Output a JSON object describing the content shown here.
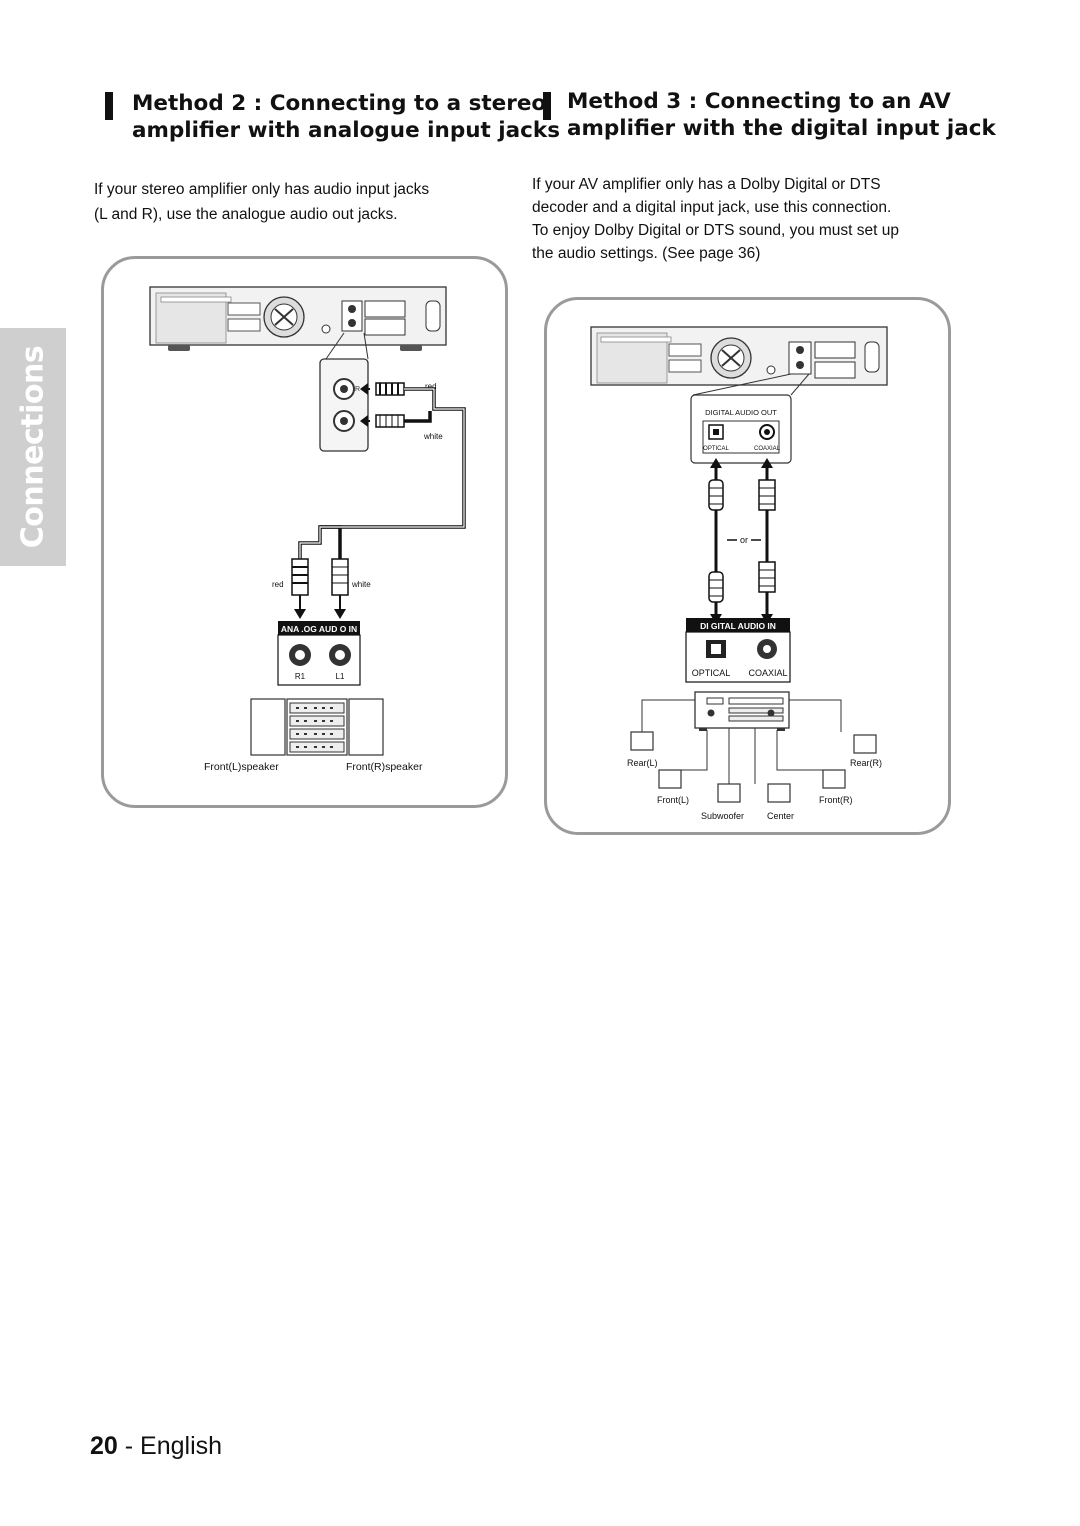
{
  "side_tab": {
    "label": "Connections"
  },
  "method2": {
    "title_line1": "Method 2 : Connecting to a stereo",
    "title_line2": "amplifier with analogue input jacks",
    "text_line1": "If your stereo amplifier only has audio input jacks",
    "text_line2": "(L and R), use the analogue audio out jacks.",
    "diagram": {
      "plug_red": "red",
      "plug_white": "white",
      "amp_red": "red",
      "amp_white": "white",
      "jack_r_letter": "R",
      "analog_label": "ANA .OG   AUD O IN",
      "jack_r1": "R1",
      "jack_l1": "L1",
      "speaker_left": "Front(L)speaker",
      "speaker_right": "Front(R)speaker"
    }
  },
  "method3": {
    "title_line1": "Method 3 : Connecting to an AV",
    "title_line2": "amplifier with the digital input jack",
    "text_line1": "If your AV amplifier only has a Dolby Digital or DTS",
    "text_line2": "decoder and a digital input jack, use this connection.",
    "text_line3": "To enjoy Dolby Digital or DTS sound, you must set up",
    "text_line4": "the audio settings. (See page 36)",
    "diagram": {
      "digital_out_label": "DIGITAL AUDIO OUT",
      "optical_small": "OPTICAL",
      "coaxial_small": "COAXIAL",
      "or_label": "or",
      "digital_in_label": "DI GITAL AUDIO IN",
      "optical": "OPTICAL",
      "coaxial": "COAXIAL",
      "rear_l": "Rear(L)",
      "rear_r": "Rear(R)",
      "front_l": "Front(L)",
      "front_r": "Front(R)",
      "subwoofer": "Subwoofer",
      "center": "Center"
    }
  },
  "footer": {
    "page_number": "20",
    "separator": " - ",
    "language": "English"
  }
}
